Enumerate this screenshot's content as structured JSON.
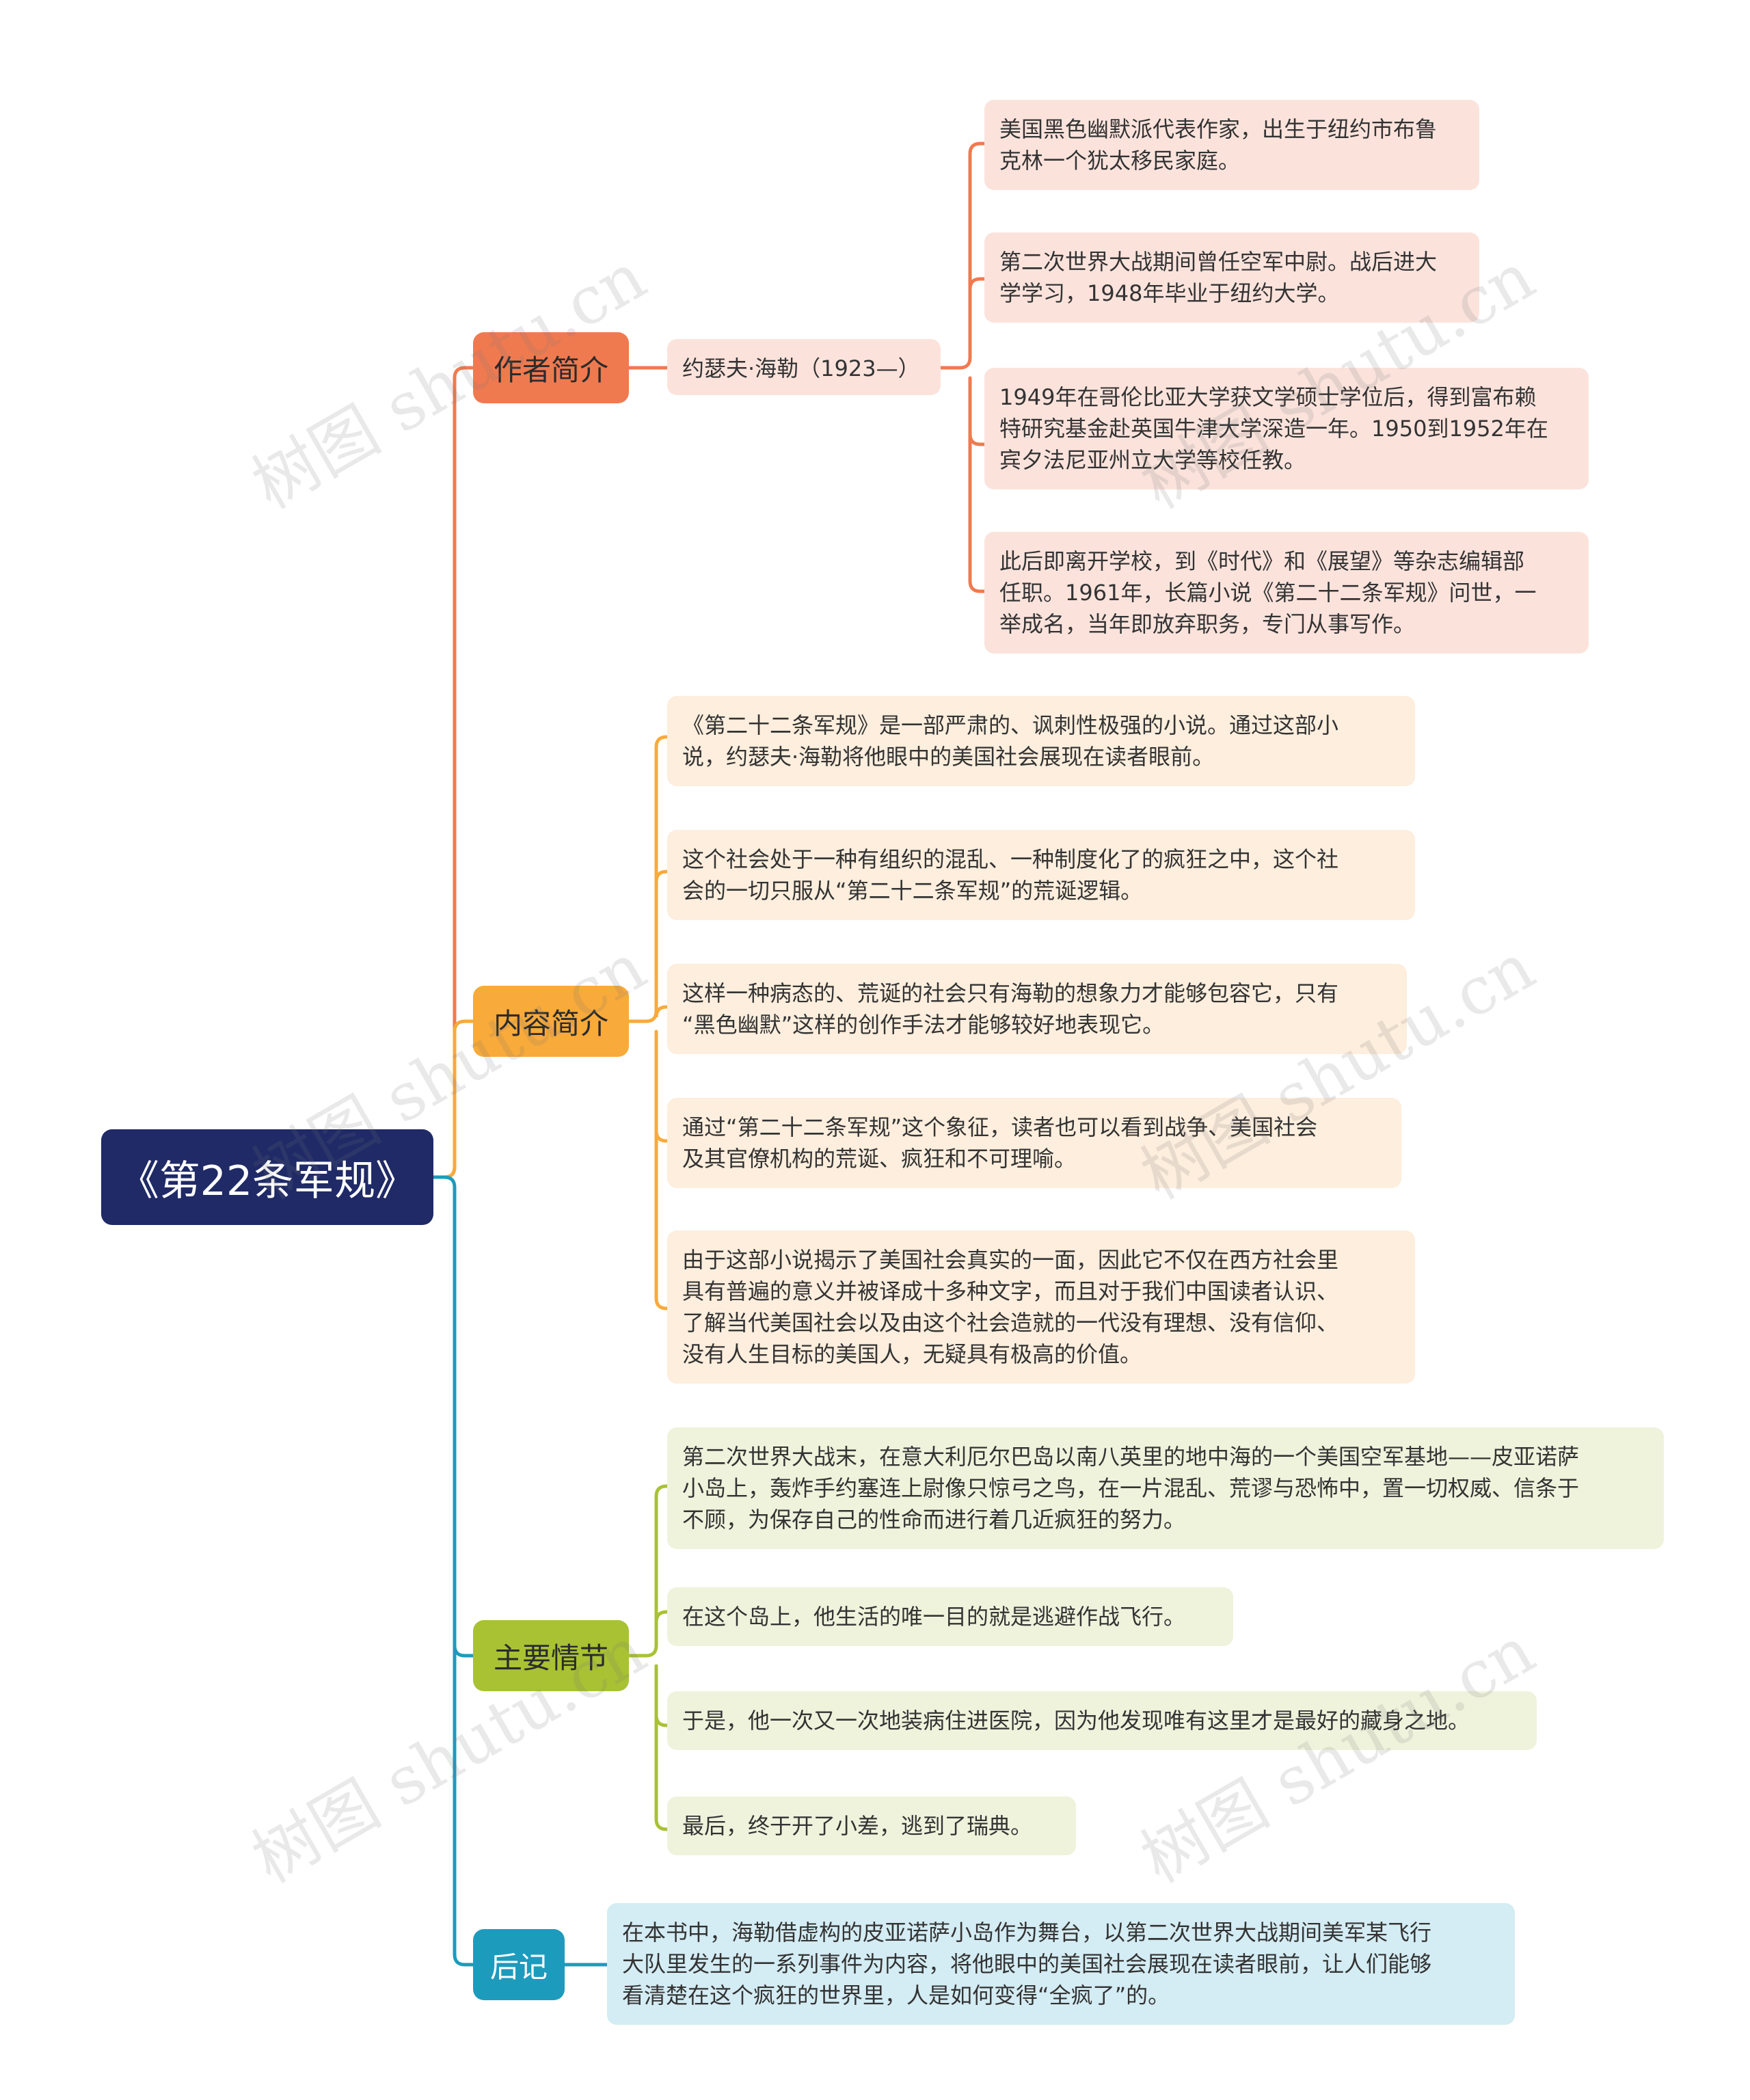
{
  "root": {
    "title": "《第22条军规》"
  },
  "branches": {
    "author": {
      "label": "作者简介",
      "sub": "约瑟夫·海勒（1923—）",
      "items": [
        "美国黑色幽默派代表作家，出生于纽约市布鲁\n克林一个犹太移民家庭。",
        "第二次世界大战期间曾任空军中尉。战后进大\n学学习，1948年毕业于纽约大学。",
        "1949年在哥伦比亚大学获文学硕士学位后，得到富布赖\n特研究基金赴英国牛津大学深造一年。1950到1952年在\n宾夕法尼亚州立大学等校任教。",
        "此后即离开学校，到《时代》和《展望》等杂志编辑部\n任职。1961年，长篇小说《第二十二条军规》问世，一\n举成名，当年即放弃职务，专门从事写作。"
      ]
    },
    "content": {
      "label": "内容简介",
      "items": [
        "《第二十二条军规》是一部严肃的、讽刺性极强的小说。通过这部小\n说，约瑟夫·海勒将他眼中的美国社会展现在读者眼前。",
        "这个社会处于一种有组织的混乱、一种制度化了的疯狂之中，这个社\n会的一切只服从“第二十二条军规”的荒诞逻辑。",
        "这样一种病态的、荒诞的社会只有海勒的想象力才能够包容它，只有\n“黑色幽默”这样的创作手法才能够较好地表现它。",
        "通过“第二十二条军规”这个象征，读者也可以看到战争、美国社会\n及其官僚机构的荒诞、疯狂和不可理喻。",
        "由于这部小说揭示了美国社会真实的一面，因此它不仅在西方社会里\n具有普遍的意义并被译成十多种文字，而且对于我们中国读者认识、\n了解当代美国社会以及由这个社会造就的一代没有理想、没有信仰、\n没有人生目标的美国人，无疑具有极高的价值。"
      ]
    },
    "plot": {
      "label": "主要情节",
      "items": [
        "第二次世界大战末，在意大利厄尔巴岛以南八英里的地中海的一个美国空军基地——皮亚诺萨\n小岛上，轰炸手约塞连上尉像只惊弓之鸟，在一片混乱、荒谬与恐怖中，置一切权威、信条于\n不顾，为保存自己的性命而进行着几近疯狂的努力。",
        "在这个岛上，他生活的唯一目的就是逃避作战飞行。",
        "于是，他一次又一次地装病住进医院，因为他发现唯有这里才是最好的藏身之地。",
        "最后，终于开了小差，逃到了瑞典。"
      ]
    },
    "afterword": {
      "label": "后记",
      "items": [
        " 在本书中，海勒借虚构的皮亚诺萨小岛作为舞台，以第二次世界大战期间美军某飞行\n大队里发生的一系列事件为内容，将他眼中的美国社会展现在读者眼前，让人们能够\n看清楚在这个疯狂的世界里，人是如何变得“全疯了”的。"
      ]
    }
  },
  "colors": {
    "root": "#1f2a66",
    "author": "#f07a50",
    "content": "#f8aa3a",
    "plot": "#a8c234",
    "afterword": "#1d9bbd"
  },
  "watermark": "树图 shutu.cn"
}
